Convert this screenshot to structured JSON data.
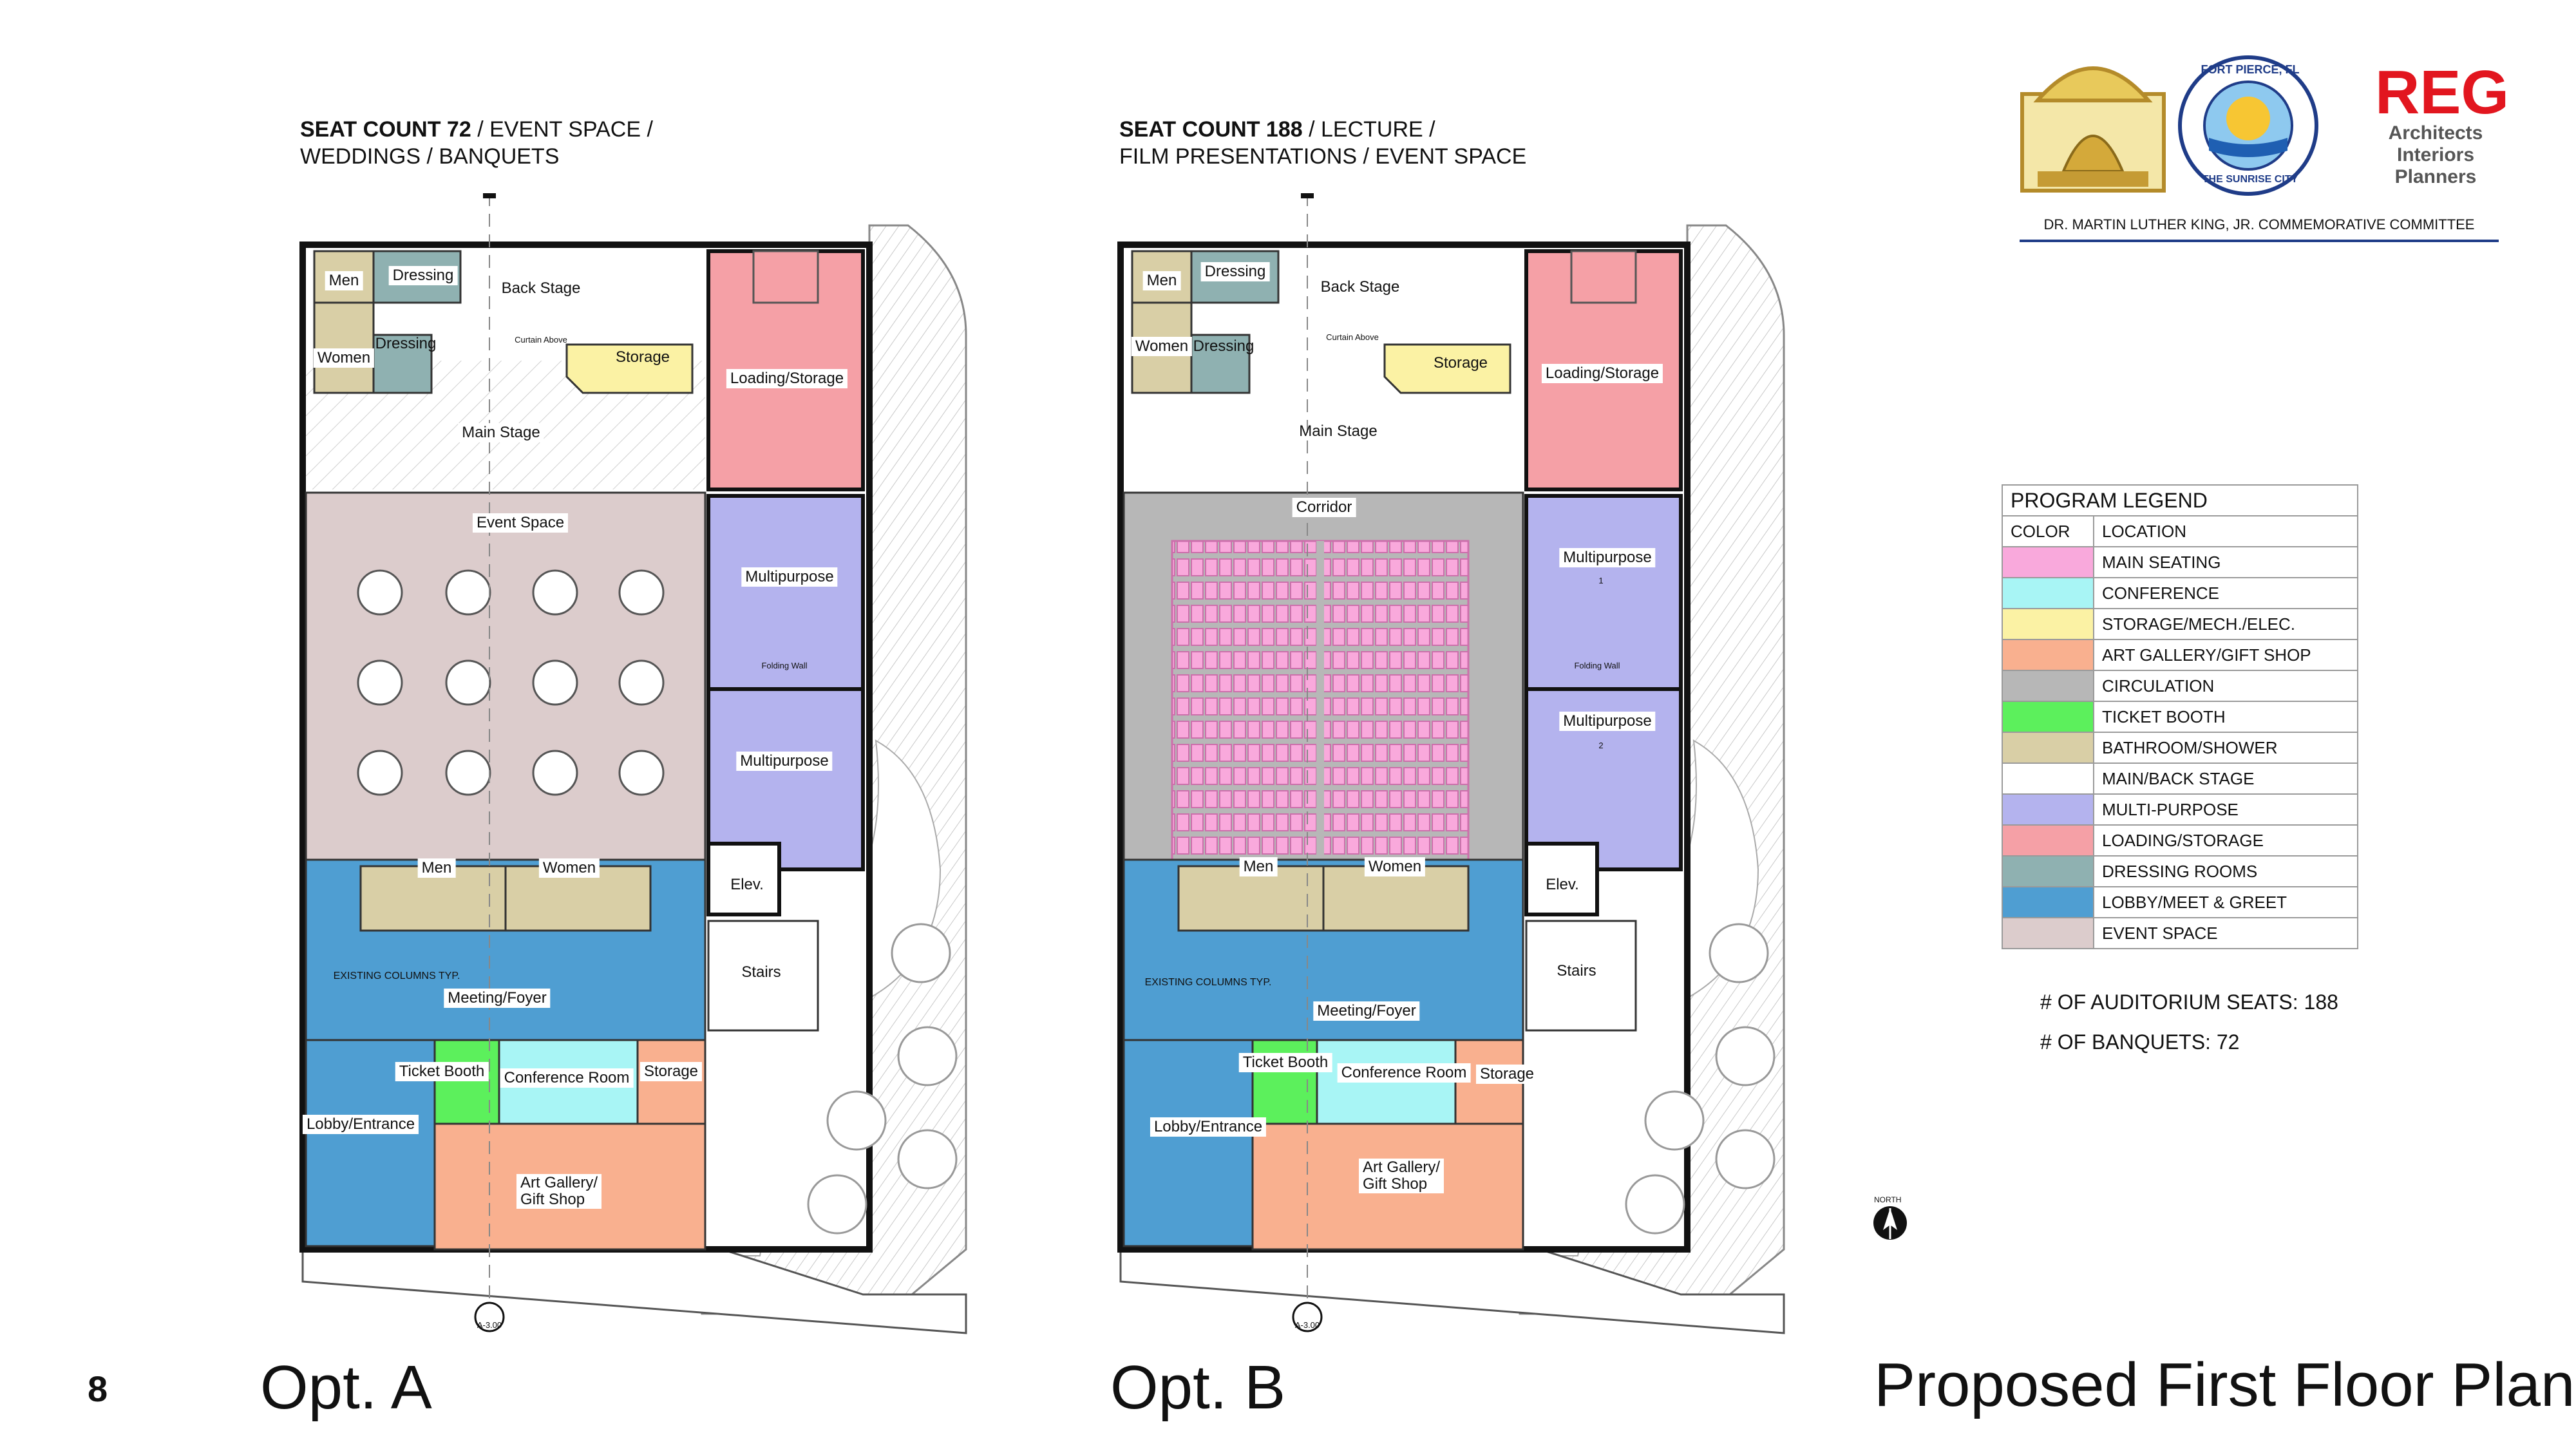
{
  "page_number": "8",
  "page_title": "Proposed First Floor Plan",
  "option_a": {
    "label": "Opt. A",
    "heading_bold": "SEAT COUNT 72",
    "heading_rest_line1": " / EVENT SPACE /",
    "heading_line2": "WEDDINGS / BANQUETS",
    "rooms": {
      "men_top": "Men",
      "dressing_top": "Dressing",
      "back_stage": "Back Stage",
      "women_top": "Women",
      "dressing_mid": "Dressing",
      "curtain": "Curtain Above",
      "storage_stage": "Storage",
      "loading": "Loading/Storage",
      "main_stage": "Main Stage",
      "event_space": "Event Space",
      "multipurpose_1": "Multipurpose",
      "folding_wall": "Folding Wall",
      "multipurpose_2": "Multipurpose",
      "men_rr": "Men",
      "women_rr": "Women",
      "elevator": "Elev.",
      "stairs": "Stairs",
      "existing_columns": "EXISTING COLUMNS TYP.",
      "meeting_foyer": "Meeting/Foyer",
      "ticket_booth": "Ticket Booth",
      "conference_room": "Conference Room",
      "storage_front": "Storage",
      "lobby": "Lobby/Entrance",
      "art_gallery_1": "Art Gallery/",
      "art_gallery_2": "Gift Shop",
      "section_ref": "A-3.00"
    }
  },
  "option_b": {
    "label": "Opt. B",
    "heading_bold": "SEAT COUNT 188",
    "heading_rest_line1": " / LECTURE /",
    "heading_line2": "FILM PRESENTATIONS / EVENT SPACE",
    "rooms": {
      "men_top": "Men",
      "dressing_top": "Dressing",
      "back_stage": "Back Stage",
      "women_top": "Women",
      "dressing_mid": "Dressing",
      "curtain": "Curtain Above",
      "storage_stage": "Storage",
      "loading": "Loading/Storage",
      "main_stage": "Main Stage",
      "corridor": "Corridor",
      "multipurpose_1": "Multipurpose",
      "mp_num_1": "1",
      "folding_wall": "Folding Wall",
      "multipurpose_2": "Multipurpose",
      "mp_num_2": "2",
      "men_rr": "Men",
      "women_rr": "Women",
      "elevator": "Elev.",
      "stairs": "Stairs",
      "existing_columns": "EXISTING COLUMNS TYP.",
      "meeting_foyer": "Meeting/Foyer",
      "ticket_booth": "Ticket Booth",
      "conference_room": "Conference Room",
      "storage_front": "Storage",
      "lobby": "Lobby/Entrance",
      "art_gallery_1": "Art Gallery/",
      "art_gallery_2": "Gift Shop",
      "section_ref": "A-3.00"
    }
  },
  "legend": {
    "title": "PROGRAM LEGEND",
    "col_color": "COLOR",
    "col_location": "LOCATION",
    "items": [
      {
        "label": "MAIN SEATING",
        "color": "#f9a9dc"
      },
      {
        "label": "CONFERENCE",
        "color": "#a8f5f5"
      },
      {
        "label": "STORAGE/MECH./ELEC.",
        "color": "#fbf2a4"
      },
      {
        "label": "ART GALLERY/GIFT SHOP",
        "color": "#f9b08f"
      },
      {
        "label": "CIRCULATION",
        "color": "#b7b7b7"
      },
      {
        "label": "TICKET BOOTH",
        "color": "#5cf05c"
      },
      {
        "label": "BATHROOM/SHOWER",
        "color": "#d9cfa6"
      },
      {
        "label": "MAIN/BACK STAGE",
        "color": "#ffffff"
      },
      {
        "label": "MULTI-PURPOSE",
        "color": "#b4b3ee"
      },
      {
        "label": "LOADING/STORAGE",
        "color": "#f5a0a6"
      },
      {
        "label": "DRESSING ROOMS",
        "color": "#8fb1b1"
      },
      {
        "label": "LOBBY/MEET & GREET",
        "color": "#4f9ed2"
      },
      {
        "label": "EVENT SPACE",
        "color": "#dccccc"
      }
    ]
  },
  "stats": {
    "auditorium": "# OF AUDITORIUM SEATS: 188",
    "banquets": "# OF BANQUETS: 72"
  },
  "logos": {
    "reg": "REG",
    "reg_line1": "Architects",
    "reg_line2": "Interiors",
    "reg_line3": "Planners",
    "city_top": "FORT PIERCE, FL",
    "city_bottom": "THE SUNRISE CITY",
    "committee": "DR. MARTIN LUTHER KING, JR. COMMEMORATIVE COMMITTEE"
  },
  "north_label": "NORTH",
  "colors": {
    "lobby": "#4f9ed2",
    "event": "#dccccc",
    "multipurpose": "#b4b3ee",
    "loading": "#f5a0a6",
    "storage": "#fbf2a4",
    "conference": "#a8f5f5",
    "art": "#f9b08f",
    "ticket": "#5cf05c",
    "bath": "#d9cfa6",
    "dressing": "#8fb1b1",
    "circulation": "#b7b7b7",
    "seating": "#f9a9dc",
    "reg_red": "#e2161f"
  }
}
